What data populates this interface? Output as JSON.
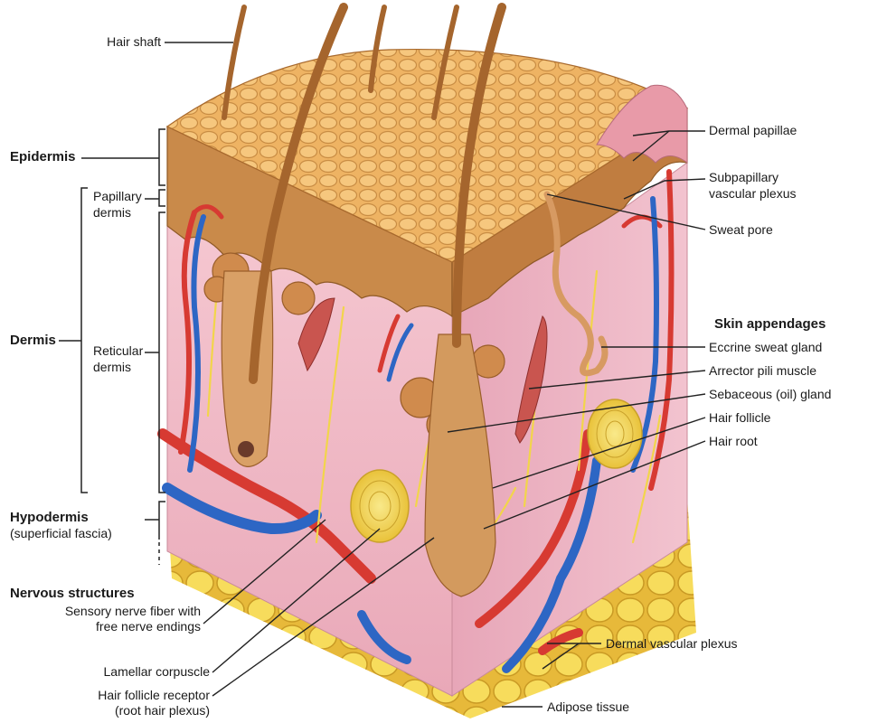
{
  "labels": {
    "hair_shaft": "Hair shaft",
    "epidermis": "Epidermis",
    "papillary_dermis_1": "Papillary",
    "papillary_dermis_2": "dermis",
    "dermis": "Dermis",
    "reticular_dermis_1": "Reticular",
    "reticular_dermis_2": "dermis",
    "hypodermis": "Hypodermis",
    "superficial_fascia": "(superficial fascia)",
    "nervous_structures": "Nervous structures",
    "sensory_nerve_1": "Sensory nerve fiber with",
    "sensory_nerve_2": "free nerve endings",
    "lamellar_corpuscle": "Lamellar corpuscle",
    "follicle_receptor_1": "Hair follicle receptor",
    "follicle_receptor_2": "(root hair plexus)",
    "dermal_papillae": "Dermal papillae",
    "subpapillary_plexus_1": "Subpapillary",
    "subpapillary_plexus_2": "vascular plexus",
    "sweat_pore": "Sweat pore",
    "skin_appendages": "Skin appendages",
    "eccrine_gland": "Eccrine sweat gland",
    "arrector_muscle": "Arrector pili muscle",
    "sebaceous_gland": "Sebaceous (oil) gland",
    "hair_follicle": "Hair follicle",
    "hair_root": "Hair root",
    "dermal_plexus": "Dermal vascular plexus",
    "adipose_tissue": "Adipose tissue"
  },
  "colors": {
    "epidermis": "#c98a4a",
    "epidermis_surface": "#e8ad5e",
    "dermis": "#f2c6cf",
    "hypodermis_fat": "#f1cf4a",
    "artery": "#d73a32",
    "vein": "#2d66c4",
    "nerve": "#f2d54a",
    "hair": "#a5652d",
    "leader_line": "#222222"
  },
  "icons": [
    "skin-block-illustration"
  ]
}
